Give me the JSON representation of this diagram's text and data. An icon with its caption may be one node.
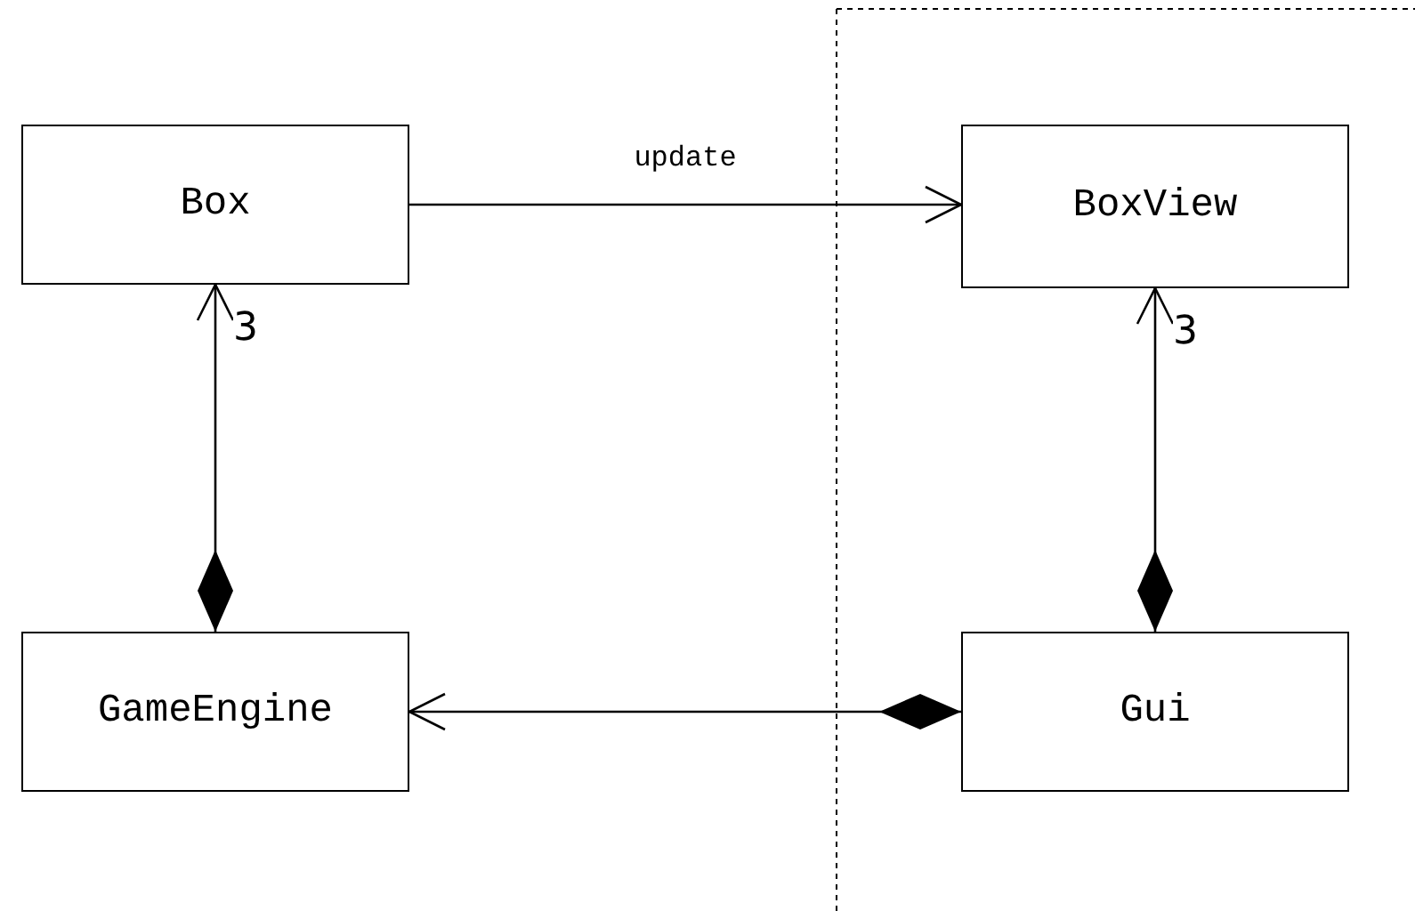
{
  "diagram": {
    "nodes": [
      {
        "text": [
          "Box"
        ]
      },
      {
        "text": [
          "BoxView"
        ]
      },
      {
        "text": [
          "GameEngine"
        ]
      },
      {
        "text": [
          "Gui"
        ]
      }
    ],
    "edges": [
      {
        "from": 0,
        "to": 1,
        "arrow": "to",
        "label": "update"
      },
      {
        "from": 2,
        "to": 0,
        "arrow": "to",
        "label": "3"
      },
      {
        "from": 3,
        "to": 1,
        "arrow": "to",
        "label": "3"
      },
      {
        "from": 3,
        "to": 2,
        "arrow": "to"
      }
    ]
  }
}
